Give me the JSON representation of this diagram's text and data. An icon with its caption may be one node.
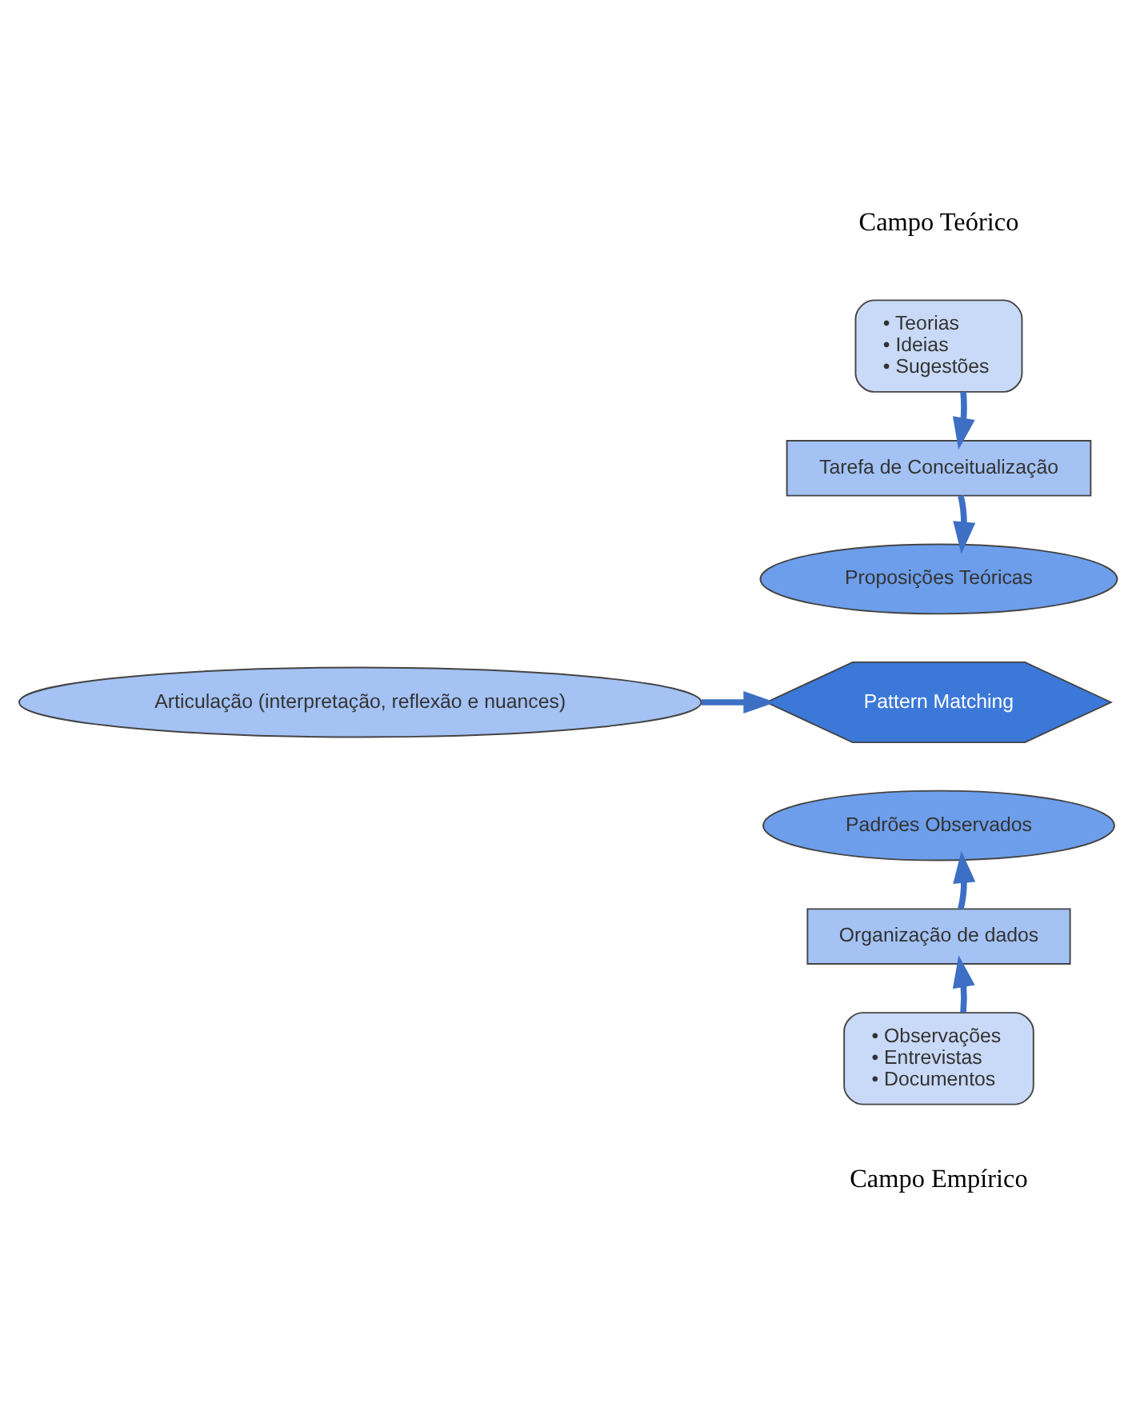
{
  "diagram": {
    "nodes": [
      {
        "text": [
          "• Teorias",
          "• Ideias",
          "• Sugestões"
        ]
      },
      {
        "text": [
          "Tarefa de Conceitualização"
        ]
      },
      {
        "text": [
          "Proposições Teóricas"
        ]
      },
      {
        "text": [
          "Pattern Matching"
        ]
      },
      {
        "text": [
          "Padrões Observados"
        ]
      },
      {
        "text": [
          "Articulação (interpretação, reflexão e nuances)"
        ]
      },
      {
        "text": [
          "Organização de dados"
        ]
      },
      {
        "text": [
          "• Observações",
          "• Entrevistas",
          "• Documentos"
        ]
      }
    ],
    "edges": [
      {
        "from": 0,
        "to": 1,
        "arrow": "to"
      },
      {
        "from": 1,
        "to": 2,
        "arrow": "to"
      },
      {
        "from": 5,
        "to": 3,
        "arrow": "to"
      },
      {
        "from": 7,
        "to": 6,
        "arrow": "to"
      },
      {
        "from": 6,
        "to": 4,
        "arrow": "to"
      }
    ],
    "labels": [
      "Campo Teórico",
      "Campo Empírico"
    ]
  }
}
